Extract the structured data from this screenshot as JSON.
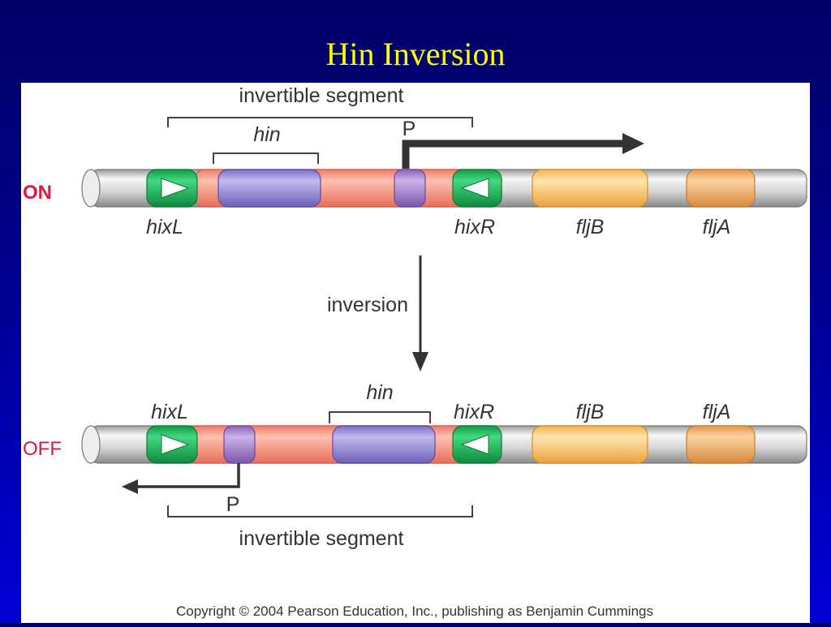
{
  "slide": {
    "title": "Hin Inversion"
  },
  "diagram": {
    "on_state": {
      "state_label": "ON",
      "bracket_label": "invertible segment",
      "hin_label": "hin",
      "promoter_label": "P",
      "site_labels": {
        "left": "hixL",
        "right": "hixR"
      },
      "gene_labels": {
        "first": "fljB",
        "second": "fljA"
      }
    },
    "transition": {
      "label": "inversion"
    },
    "off_state": {
      "state_label": "OFF",
      "bracket_label": "invertible segment",
      "hin_label": "hin",
      "promoter_label": "P",
      "site_labels": {
        "left": "hixL",
        "right": "hixR"
      },
      "gene_labels": {
        "first": "fljB",
        "second": "fljA"
      }
    },
    "colors": {
      "state_label": "#e0183c",
      "backbone": "#d8d8d8",
      "hix_site": "#2cc46a",
      "segment_fill": "#fba08f",
      "hin_gene": "#9c8fdc",
      "promoter": "#a98fd0",
      "fljB_gene": "#fcc771",
      "fljA_gene": "#f4b06a"
    }
  },
  "copyright": "Copyright © 2004 Pearson Education, Inc., publishing as Benjamin Cummings"
}
